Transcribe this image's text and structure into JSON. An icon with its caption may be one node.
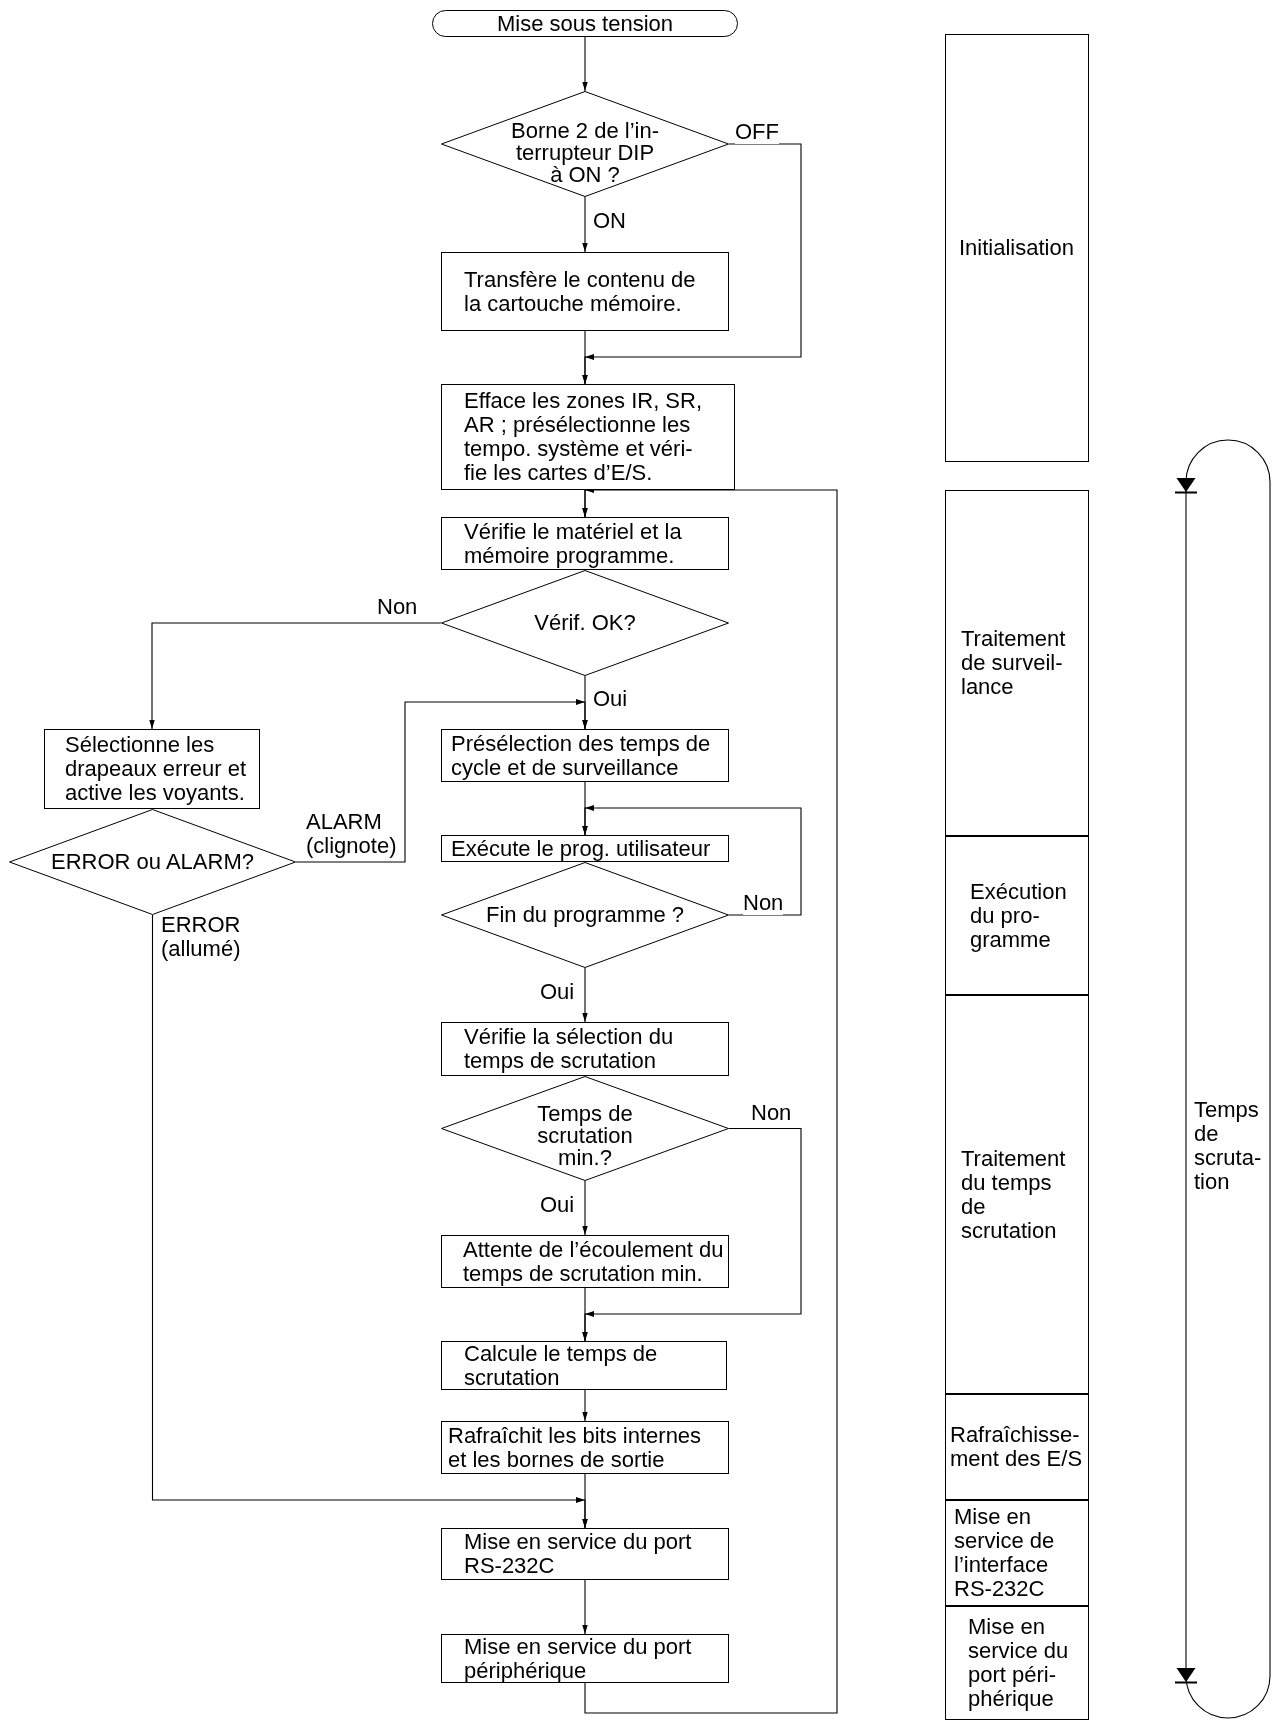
{
  "diagram": {
    "nodes": [
      {
        "text": [
          "Mise sous tension"
        ]
      },
      {
        "text": [
          "Borne 2 de l’in- terrupteur DIP à ON ?"
        ]
      },
      {
        "text": [
          "Transfère le contenu de la cartouche mémoire."
        ]
      },
      {
        "text": [
          "Efface les zones IR, SR, AR ; présélectionne les tempo. système et véri- fie les cartes d’E/S."
        ]
      },
      {
        "text": [
          "Vérifie le matériel et la mémoire programme."
        ]
      },
      {
        "text": [
          "Vérif. OK?"
        ]
      },
      {
        "text": [
          "Sélectionne les drapeaux erreur et active les voyants."
        ]
      },
      {
        "text": [
          "ERROR ou ALARM?"
        ]
      },
      {
        "text": [
          "Présélection des temps de cycle et de surveillance"
        ]
      },
      {
        "text": [
          "Exécute le prog. utilisateur"
        ]
      },
      {
        "text": [
          "Fin du programme ?"
        ]
      },
      {
        "text": [
          "Vérifie la sélection du temps de scrutation"
        ]
      },
      {
        "text": [
          "Temps de scrutation min.?"
        ]
      },
      {
        "text": [
          "Attente de l’écoulement du temps de scrutation min."
        ]
      },
      {
        "text": [
          "Calcule le temps de scrutation"
        ]
      },
      {
        "text": [
          "Rafraîchit les bits internes et les bornes de sortie"
        ]
      },
      {
        "text": [
          "Mise en service du port RS-232C"
        ]
      },
      {
        "text": [
          "Mise en service du port périphérique"
        ]
      },
      {
        "text": [
          "Initialisation"
        ]
      },
      {
        "text": [
          "Traitement de surveil- lance"
        ]
      },
      {
        "text": [
          "Exécution du pro- gramme"
        ]
      },
      {
        "text": [
          "Traitement du temps de scrutation"
        ]
      },
      {
        "text": [
          "Rafraîchisse- ment des E/S"
        ]
      },
      {
        "text": [
          "Mise en service de l’interface RS-232C"
        ]
      },
      {
        "text": [
          "Mise en service du port péri- phérique"
        ]
      }
    ],
    "edges": [
      {
        "from": 0,
        "to": 1,
        "arrow": "to"
      },
      {
        "from": 1,
        "to": 2,
        "arrow": "to",
        "label": "ON"
      },
      {
        "from": 1,
        "to": 3,
        "arrow": "to",
        "label": "OFF"
      },
      {
        "from": 2,
        "to": 3,
        "arrow": "to"
      },
      {
        "from": 3,
        "to": 4,
        "arrow": "to"
      },
      {
        "from": 5,
        "to": 6,
        "arrow": "to",
        "label": "Non"
      },
      {
        "from": 5,
        "to": 8,
        "arrow": "to",
        "label": "Oui"
      },
      {
        "from": 7,
        "to": 8,
        "arrow": "to",
        "label": "ALARM (clignote)"
      },
      {
        "from": 7,
        "to": 16,
        "arrow": "to",
        "label": "ERROR (allumé)"
      },
      {
        "from": 8,
        "to": 9,
        "arrow": "to"
      },
      {
        "from": 10,
        "to": 9,
        "arrow": "to",
        "label": "Non"
      },
      {
        "from": 10,
        "to": 11,
        "arrow": "to",
        "label": "Oui"
      },
      {
        "from": 12,
        "to": 13,
        "arrow": "to",
        "label": "Oui"
      },
      {
        "from": 12,
        "to": 14,
        "arrow": "to",
        "label": "Non"
      },
      {
        "from": 13,
        "to": 14,
        "arrow": "to"
      },
      {
        "from": 14,
        "to": 15,
        "arrow": "to"
      },
      {
        "from": 15,
        "to": 16,
        "arrow": "to"
      },
      {
        "from": 16,
        "to": 17,
        "arrow": "to"
      },
      {
        "from": 17,
        "to": 4,
        "arrow": "to"
      }
    ],
    "labels": [
      "Temps de scruta- tion"
    ]
  }
}
